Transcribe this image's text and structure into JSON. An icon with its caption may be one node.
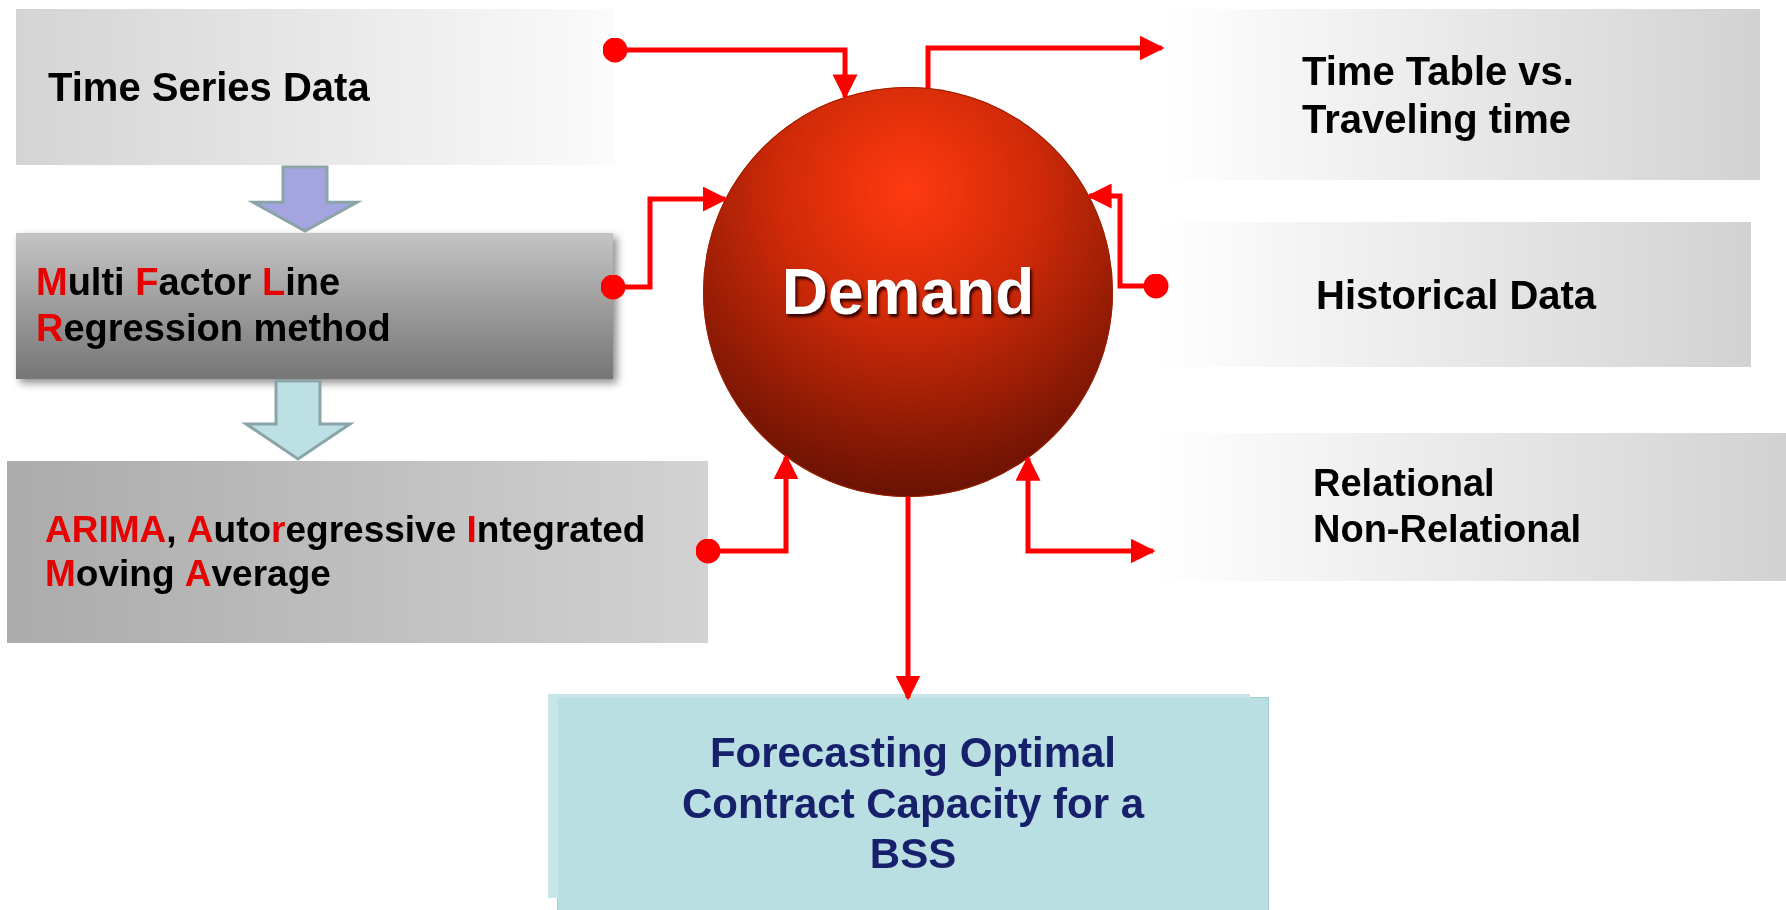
{
  "diagram": {
    "nodes": [
      {
        "text": [
          "Time Series Data"
        ]
      },
      {
        "text": [
          "**M**ulti **F**actor **L**ine **R**egression method"
        ]
      },
      {
        "text": [
          "**ARIMA**, **A**uto**r**egressive **I**ntegrated **M**oving **A**verage"
        ]
      },
      {
        "text": [
          "Demand"
        ]
      },
      {
        "text": [
          "Time Table vs. Traveling time"
        ]
      },
      {
        "text": [
          "Historical Data"
        ]
      },
      {
        "text": [
          "Relational Non-Relational"
        ]
      },
      {
        "text": [
          "Forecasting Optimal Contract Capacity for a BSS"
        ]
      }
    ],
    "edges": [
      {
        "from": 0,
        "to": 3,
        "arrow": "to"
      },
      {
        "from": 3,
        "to": 4,
        "arrow": "to"
      },
      {
        "from": 1,
        "to": 3,
        "arrow": "to"
      },
      {
        "from": 5,
        "to": 3,
        "arrow": "to"
      },
      {
        "from": 2,
        "to": 3,
        "arrow": "to"
      },
      {
        "from": 3,
        "to": 6,
        "arrow": "both"
      },
      {
        "from": 3,
        "to": 7,
        "arrow": "to"
      },
      {
        "from": 0,
        "to": 1,
        "arrow": "to",
        "style": "thick",
        "color": "#a4a4e0"
      },
      {
        "from": 1,
        "to": 2,
        "arrow": "to",
        "style": "thick",
        "color": "#bde0e4"
      }
    ]
  }
}
